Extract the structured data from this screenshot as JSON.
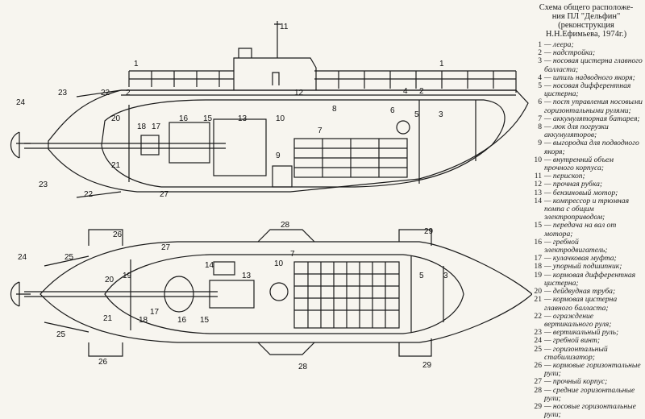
{
  "title": {
    "line1": "Схема общего расположе-",
    "line2": "ния ПЛ \"Дельфин\"",
    "line3": "(реконструкция",
    "line4": "Н.Н.Ефимьева, 1974г.)"
  },
  "legend": [
    {
      "n": "1",
      "text": "— леера;"
    },
    {
      "n": "2",
      "text": "— надстройка;"
    },
    {
      "n": "3",
      "text": "— носовая цистерна главного балласта;"
    },
    {
      "n": "4",
      "text": "— шпиль надводного якоря;"
    },
    {
      "n": "5",
      "text": "— носовая дифферентная цистерна;"
    },
    {
      "n": "6",
      "text": "— пост управления носовыми горизонтальными рулями;"
    },
    {
      "n": "7",
      "text": "— аккумуляторная батарея;"
    },
    {
      "n": "8",
      "text": "— люк для погрузки аккумуляторов;"
    },
    {
      "n": "9",
      "text": "— выгородка для подводного якоря;"
    },
    {
      "n": "10",
      "text": "— внутренний объем прочного корпуса;"
    },
    {
      "n": "11",
      "text": "— перископ;"
    },
    {
      "n": "12",
      "text": "— прочная рубка;"
    },
    {
      "n": "13",
      "text": "— бензиновый мотор;"
    },
    {
      "n": "14",
      "text": "— компрессор и трюмная помпа с общим электроприводом;"
    },
    {
      "n": "15",
      "text": "— передача на вал от мотора;"
    },
    {
      "n": "16",
      "text": "— гребной электродвигатель;"
    },
    {
      "n": "17",
      "text": "— кулачковая муфта;"
    },
    {
      "n": "18",
      "text": "— упорный подшипник;"
    },
    {
      "n": "19",
      "text": "— кормовая дифферентная цистерна;"
    },
    {
      "n": "20",
      "text": "— дейдвудная труба;"
    },
    {
      "n": "21",
      "text": "— кормовая цистерна главного балласта;"
    },
    {
      "n": "22",
      "text": "— ограждение вертикального руля;"
    },
    {
      "n": "23",
      "text": "— вертикальный руль;"
    },
    {
      "n": "24",
      "text": "— гребной винт;"
    },
    {
      "n": "25",
      "text": "— горизонтальный стабилизатор;"
    },
    {
      "n": "26",
      "text": "— кормовые горизонтальные рули;"
    },
    {
      "n": "27",
      "text": "— прочный корпус;"
    },
    {
      "n": "28",
      "text": "— средние горизонтальные рули;"
    },
    {
      "n": "29",
      "text": "— носовые горизонтальные рули;"
    }
  ],
  "callouts_side": [
    "1",
    "1",
    "2",
    "2",
    "3",
    "4",
    "5",
    "6",
    "7",
    "8",
    "9",
    "10",
    "11",
    "12",
    "13",
    "15",
    "16",
    "17",
    "18",
    "20",
    "21",
    "22",
    "22",
    "23",
    "23",
    "24",
    "27"
  ],
  "callouts_plan": [
    "3",
    "5",
    "7",
    "10",
    "13",
    "14",
    "15",
    "16",
    "17",
    "18",
    "19",
    "20",
    "21",
    "24",
    "25",
    "25",
    "26",
    "26",
    "27",
    "28",
    "28",
    "29",
    "29"
  ]
}
